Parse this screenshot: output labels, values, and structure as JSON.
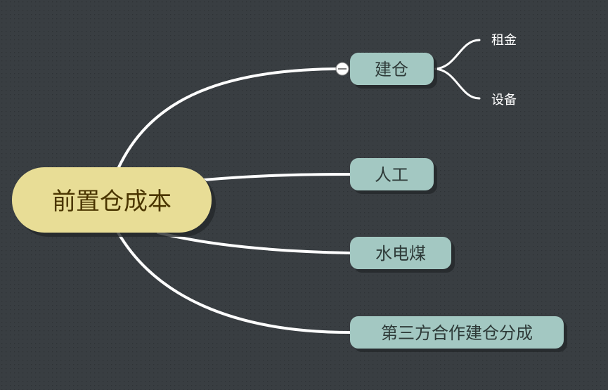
{
  "root": {
    "label": "前置仓成本"
  },
  "branches": [
    {
      "label": "建仓",
      "children": [
        "租金",
        "设备"
      ],
      "collapse_icon": "minus-circle-icon"
    },
    {
      "label": "人工"
    },
    {
      "label": "水电煤"
    },
    {
      "label": "第三方合作建仓分成"
    }
  ],
  "colors": {
    "background": "#393e42",
    "root_fill": "#e8dd96",
    "root_text": "#4a3500",
    "branch_fill": "#a3c8c2",
    "branch_text": "#2e3a38",
    "line": "#ffffff"
  }
}
